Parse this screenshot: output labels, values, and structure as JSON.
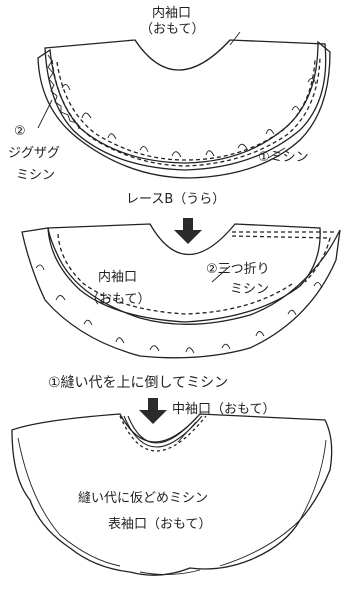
{
  "labels": {
    "top_inner_cuff": "内袖口",
    "top_inner_cuff_side": "（おもて）",
    "zigzag_num": "②",
    "zigzag_1": "ジグザグ",
    "zigzag_2": "ミシン",
    "machine_1": "①ミシン",
    "lace_b": "レースB（うら）",
    "mid_inner_cuff": "内袖口",
    "mid_inner_cuff_side": "（おもて）",
    "tri_fold_1": "②三つ折り",
    "tri_fold_2": "ミシン",
    "step_seam": "①縫い代を上に倒してミシン",
    "middle_cuff": "中袖口（おもて）",
    "baste": "縫い代に仮どめミシン",
    "outer_cuff": "表袖口（おもて）"
  },
  "colors": {
    "line": "#222222",
    "arrow": "#2b2b2b"
  }
}
